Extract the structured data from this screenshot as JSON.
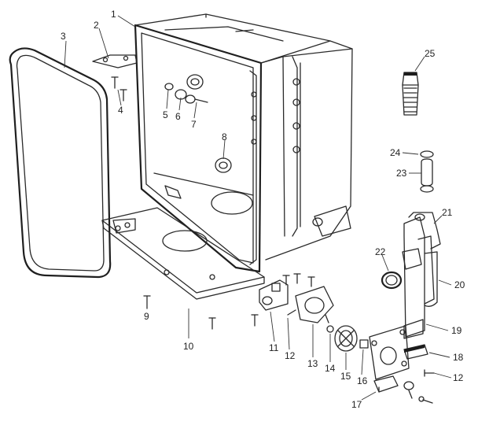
{
  "diagram": {
    "callouts": [
      {
        "id": "1",
        "text": "1"
      },
      {
        "id": "2",
        "text": "2"
      },
      {
        "id": "3",
        "text": "3"
      },
      {
        "id": "4",
        "text": "4"
      },
      {
        "id": "5",
        "text": "5"
      },
      {
        "id": "6",
        "text": "6"
      },
      {
        "id": "7",
        "text": "7"
      },
      {
        "id": "8",
        "text": "8"
      },
      {
        "id": "9",
        "text": "9"
      },
      {
        "id": "10",
        "text": "10"
      },
      {
        "id": "11",
        "text": "11"
      },
      {
        "id": "12a",
        "text": "12"
      },
      {
        "id": "12b",
        "text": "12"
      },
      {
        "id": "13",
        "text": "13"
      },
      {
        "id": "14",
        "text": "14"
      },
      {
        "id": "15",
        "text": "15"
      },
      {
        "id": "16",
        "text": "16"
      },
      {
        "id": "17",
        "text": "17"
      },
      {
        "id": "18",
        "text": "18"
      },
      {
        "id": "19",
        "text": "19"
      },
      {
        "id": "20",
        "text": "20"
      },
      {
        "id": "21",
        "text": "21"
      },
      {
        "id": "22",
        "text": "22"
      },
      {
        "id": "23",
        "text": "23"
      },
      {
        "id": "24",
        "text": "24"
      },
      {
        "id": "25",
        "text": "25"
      }
    ]
  }
}
